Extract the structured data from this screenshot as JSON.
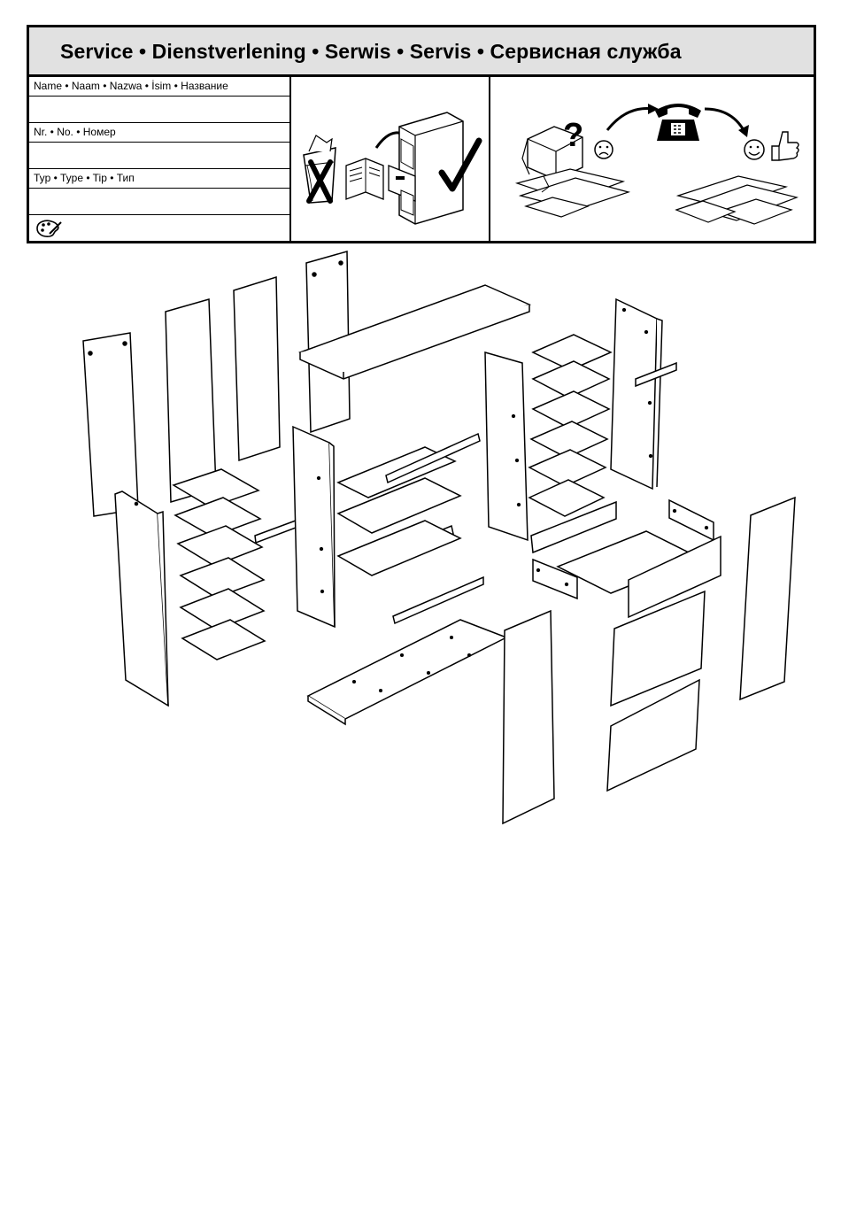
{
  "service": {
    "title": "Service • Dienstverlening • Serwis • Servis • Сервисная служба",
    "fields": [
      {
        "label": "Name • Naam • Nazwa • İsim • Название",
        "value": ""
      },
      {
        "label": "Nr. • No. • Номер",
        "value": ""
      },
      {
        "label": "Typ • Type • Tip • Тип",
        "value": ""
      }
    ],
    "icons": {
      "palette": "palette-icon",
      "discard": "discard-x-icon",
      "keep": "checkmark-icon",
      "question": "?",
      "phone": "telephone-icon"
    }
  }
}
